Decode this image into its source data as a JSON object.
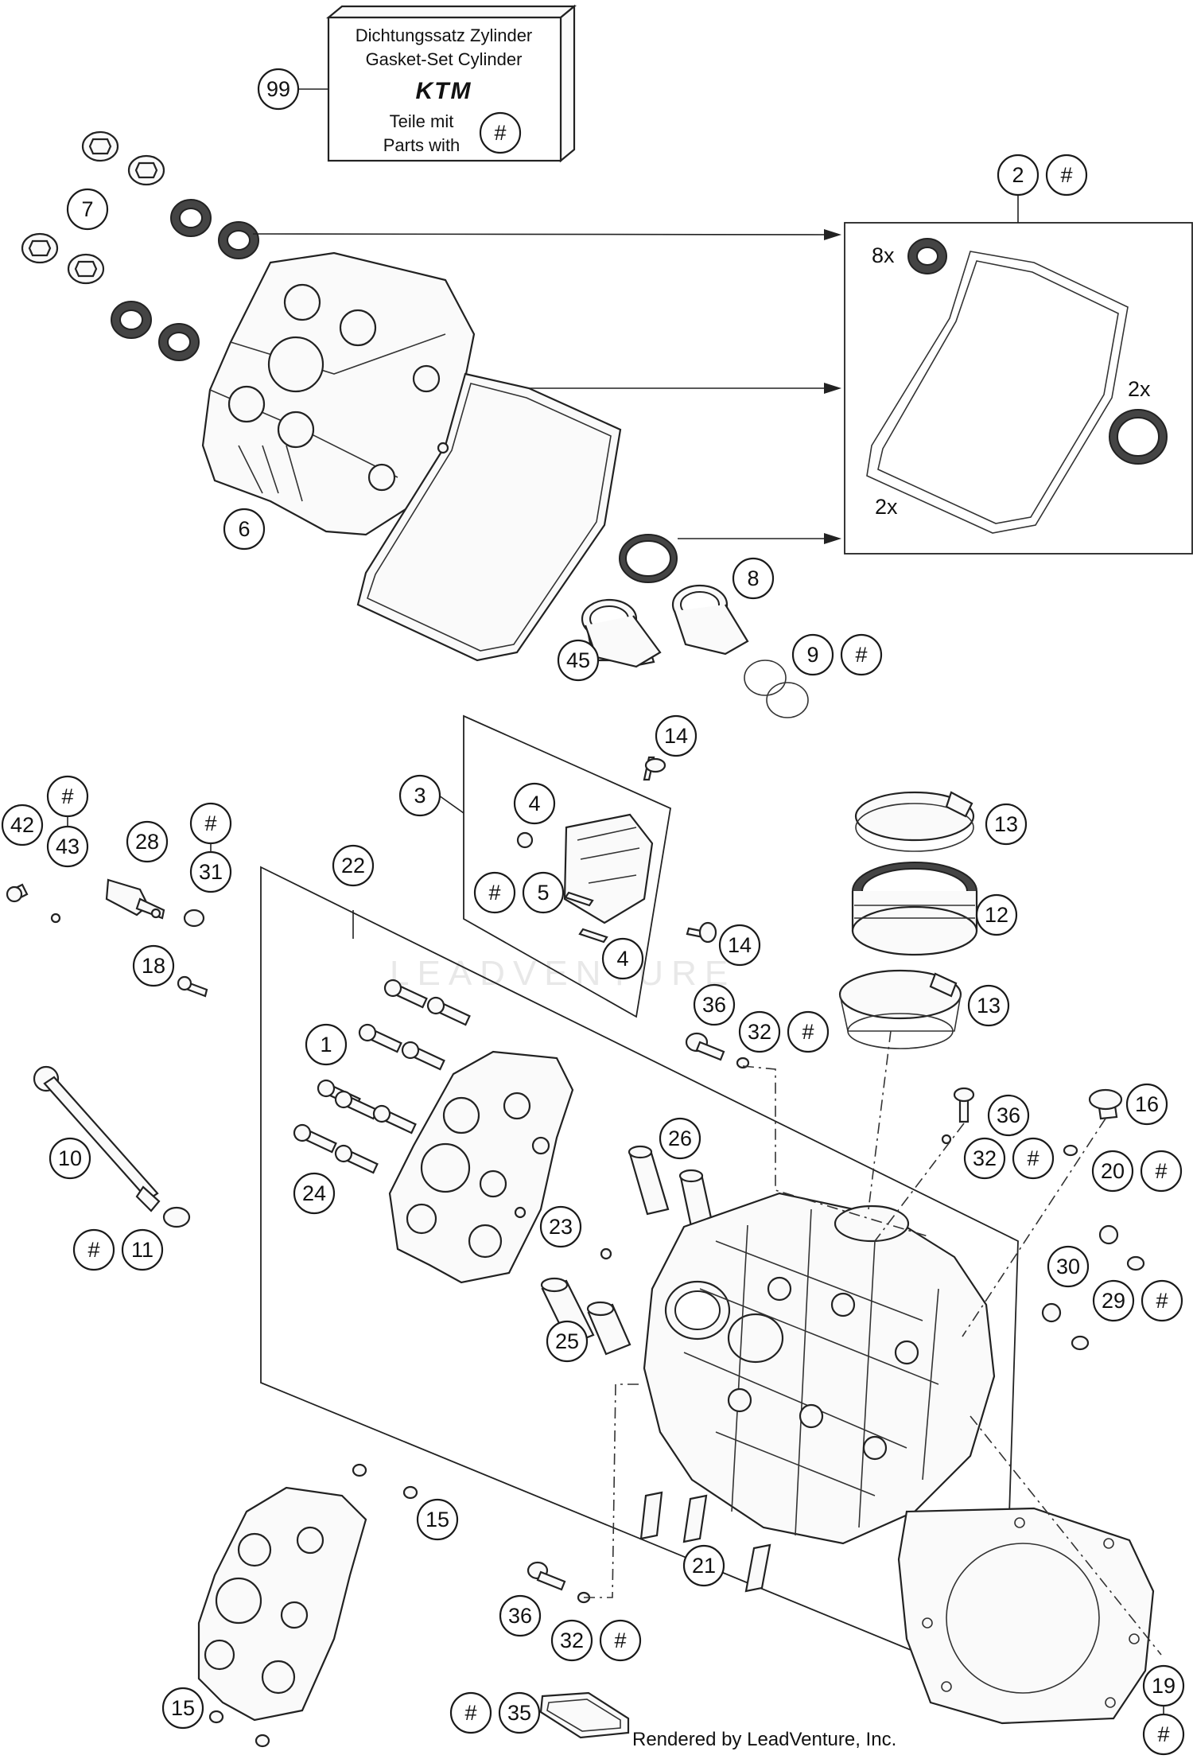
{
  "gasket_box": {
    "line1": "Dichtungssatz Zylinder",
    "line2": "Gasket-Set Cylinder",
    "logo": "KTM",
    "line3": "Teile mit",
    "line4": "Parts with",
    "marker": "#"
  },
  "callouts": {
    "c99": "99",
    "c7": "7",
    "c2": "2",
    "c2h": "#",
    "c6": "6",
    "c8": "8",
    "c45": "45",
    "c9": "9",
    "c9h": "#",
    "c14a": "14",
    "c3": "3",
    "c4a": "4",
    "c5h": "#",
    "c5": "5",
    "c4b": "4",
    "c13a": "13",
    "c12": "12",
    "c13b": "13",
    "c14b": "14",
    "c36a": "36",
    "c32a": "32",
    "c32ah": "#",
    "c42": "42",
    "c43h": "#",
    "c43": "43",
    "c28": "28",
    "c31h": "#",
    "c31": "31",
    "c22": "22",
    "c18": "18",
    "c1": "1",
    "c10": "10",
    "c24": "24",
    "c26": "26",
    "c23": "23",
    "c11h": "#",
    "c11": "11",
    "c25": "25",
    "c16": "16",
    "c36b": "36",
    "c32b": "32",
    "c32bh": "#",
    "c20": "20",
    "c20h": "#",
    "c30": "30",
    "c29": "29",
    "c29h": "#",
    "c15a": "15",
    "c21": "21",
    "c36c": "36",
    "c32c": "32",
    "c32ch": "#",
    "c15b": "15",
    "c35h": "#",
    "c35": "35",
    "c19": "19",
    "c19h": "#"
  },
  "labels": {
    "qty_8x": "8x",
    "qty_2x_a": "2x",
    "qty_2x_b": "2x"
  },
  "watermark": "LEADVENTURE",
  "footer": "Rendered by LeadVenture, Inc."
}
